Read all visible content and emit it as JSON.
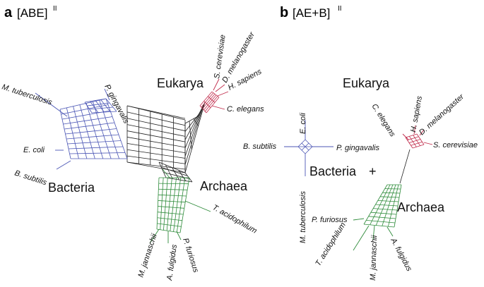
{
  "colors": {
    "bacteria": "#4b56b5",
    "eukarya": "#c02a4a",
    "archaea": "#2e8b3a",
    "core": "#222222"
  },
  "panels": [
    {
      "letter": "a",
      "title_main": "[ABE]",
      "title_sup": "II",
      "domains": [
        "Eukarya",
        "Bacteria",
        "Archaea"
      ],
      "taxa": {
        "s_cerevisiae": "S. cerevisiae",
        "d_melanogaster": "D. melanogaster",
        "h_sapiens": "H. sapiens",
        "c_elegans": "C. elegans",
        "p_gingavalis": "P. gingavalis",
        "m_tuberculosis": "M. tuberculosis",
        "e_coli": "E. coli",
        "b_subtilis": "B. subtilis",
        "t_acidophilum": "T. acidophilum",
        "m_jannaschii": "M. jannaschii",
        "a_fulgidus": "A. fulgidus",
        "p_furiosus": "P. furiosus"
      }
    },
    {
      "letter": "b",
      "title_main": "[AE+B]",
      "title_sup": "II",
      "domains": [
        "Eukarya",
        "Bacteria",
        "Archaea"
      ],
      "plus": "+",
      "taxa": {
        "e_coli": "E. coli",
        "b_subtilis": "B. subtilis",
        "p_gingavalis": "P. gingavalis",
        "m_tuberculosis": "M. tuberculosis",
        "c_elegans": "C. elegans",
        "h_sapiens": "H. sapiens",
        "d_melanogaster": "D. melanogaster",
        "s_cerevisiae": "S. cerevisiae",
        "p_furiosus": "P. furiosus",
        "t_acidophilum": "T. acidophilum",
        "m_jannaschii": "M. jannaschii",
        "a_fulgidus": "A. fulgidus"
      }
    }
  ]
}
